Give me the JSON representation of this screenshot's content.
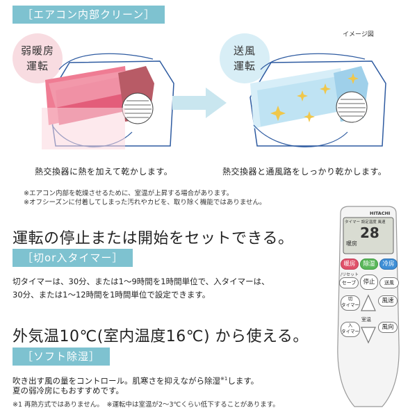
{
  "section1": {
    "tag": "［エアコン内部クリーン］",
    "image_note": "イメージ図",
    "step1_label": "弱暖房\n運転",
    "step2_label": "送風\n運転",
    "caption1": "熱交換器に熱を加えて乾かします。",
    "caption2": "熱交換器と通風路をしっかり乾かします。",
    "notes": [
      "※エアコン内部を乾燥させるために、室温が上昇する場合があります。",
      "※オフシーズンに付着してしまった汚れやカビを、取り除く機能ではありません。"
    ]
  },
  "section2": {
    "heading": "運転の停止または開始をセットできる。",
    "tag": "［切or入タイマー］",
    "body": [
      "切タイマーは、30分、または1〜9時間を1時間単位で、入タイマーは、",
      "30分、または1〜12時間を1時間単位で設定できます。"
    ]
  },
  "section3": {
    "heading": "外気温10℃(室内温度16℃) から使える。",
    "tag": "［ソフト除湿］",
    "body_line1_main": "吹き出す風の量をコントロール。肌寒さを抑えながら除湿",
    "body_line1_sup": "※1",
    "body_line1_end": "します。",
    "body_line2": "夏の弱冷房にもおすすめです。",
    "footnote": "※1 再熱方式ではありません。　※運転中は室温が2〜3℃くらい低下することがあります。"
  },
  "remote": {
    "brand": "HITACHI",
    "screen_top": "タイマー 設定温度 風速",
    "screen_value": "28",
    "screen_mode": "暖房",
    "btn_heat": "暖房",
    "btn_dry": "除湿",
    "btn_cool": "冷房",
    "reset_label": "/リセット",
    "btn_save": "セーブ",
    "btn_stop": "停止",
    "btn_fan": "送風",
    "btn_off_timer": "切\nタイマー",
    "btn_speed": "風速",
    "btn_temp": "室温",
    "btn_on_timer": "入\nタイマー",
    "btn_direction": "風向",
    "colors": {
      "heat": "#e0506a",
      "dry": "#5cb85c",
      "cool": "#3f8fd6"
    }
  },
  "colors": {
    "accent": "#7ec2d0",
    "pink": "#f7d6dc",
    "blue": "#d7eef5"
  }
}
